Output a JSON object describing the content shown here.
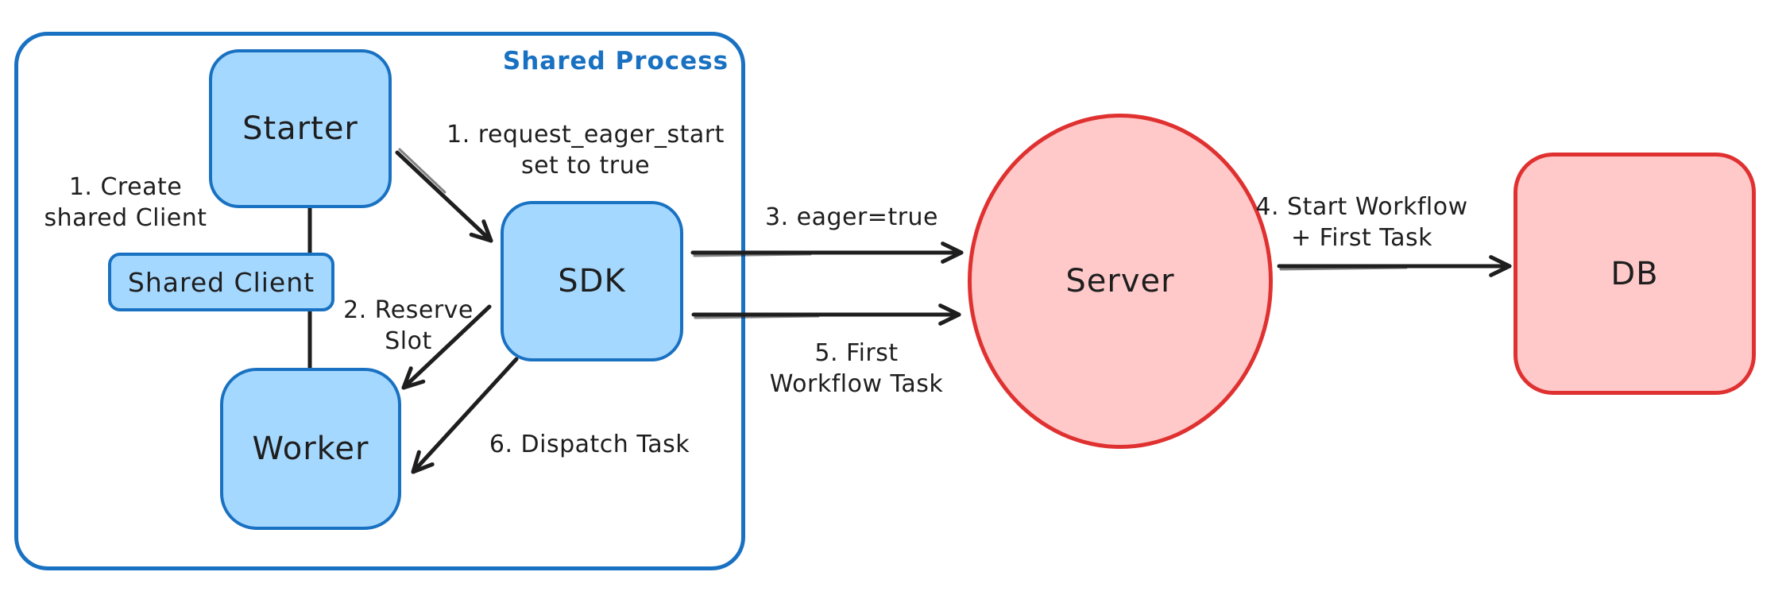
{
  "diagram": {
    "title": "Shared Process",
    "nodes": {
      "starter": {
        "label": "Starter"
      },
      "shared_client": {
        "label": "Shared Client"
      },
      "worker": {
        "label": "Worker"
      },
      "sdk": {
        "label": "SDK"
      },
      "server": {
        "label": "Server"
      },
      "db": {
        "label": "DB"
      }
    },
    "annotations": {
      "create_shared_client": {
        "line1": "1. Create",
        "line2": "shared Client"
      },
      "request_eager_start": {
        "line1": "1. request_eager_start",
        "line2": "set to true"
      },
      "reserve_slot": {
        "line1": "2. Reserve",
        "line2": "Slot"
      },
      "eager_true": {
        "text": "3. eager=true"
      },
      "start_workflow": {
        "line1": "4. Start Workflow",
        "line2": "+ First Task"
      },
      "first_workflow_task": {
        "line1": "5. First",
        "line2": "Workflow Task"
      },
      "dispatch_task": {
        "text": "6. Dispatch Task"
      }
    },
    "edges": [
      {
        "from": "starter",
        "to": "shared_client",
        "style": "plain-line"
      },
      {
        "from": "shared_client",
        "to": "worker",
        "style": "plain-line"
      },
      {
        "from": "starter",
        "to": "sdk",
        "style": "arrow",
        "label": "1. request_eager_start set to true"
      },
      {
        "from": "sdk",
        "to": "worker",
        "style": "arrow",
        "label": "2. Reserve Slot"
      },
      {
        "from": "sdk",
        "to": "server",
        "style": "arrow",
        "label": "3. eager=true"
      },
      {
        "from": "server",
        "to": "db",
        "style": "arrow",
        "label": "4. Start Workflow + First Task"
      },
      {
        "from": "sdk",
        "to": "server",
        "style": "arrow",
        "label": "5. First Workflow Task"
      },
      {
        "from": "sdk",
        "to": "worker",
        "style": "arrow",
        "label": "6. Dispatch Task"
      }
    ],
    "colors": {
      "blue_stroke": "#1971c2",
      "blue_fill": "#a5d8ff",
      "red_stroke": "#e03131",
      "red_fill": "#ffc9c9",
      "ink": "#1e1e1e",
      "background": "#ffffff"
    }
  }
}
